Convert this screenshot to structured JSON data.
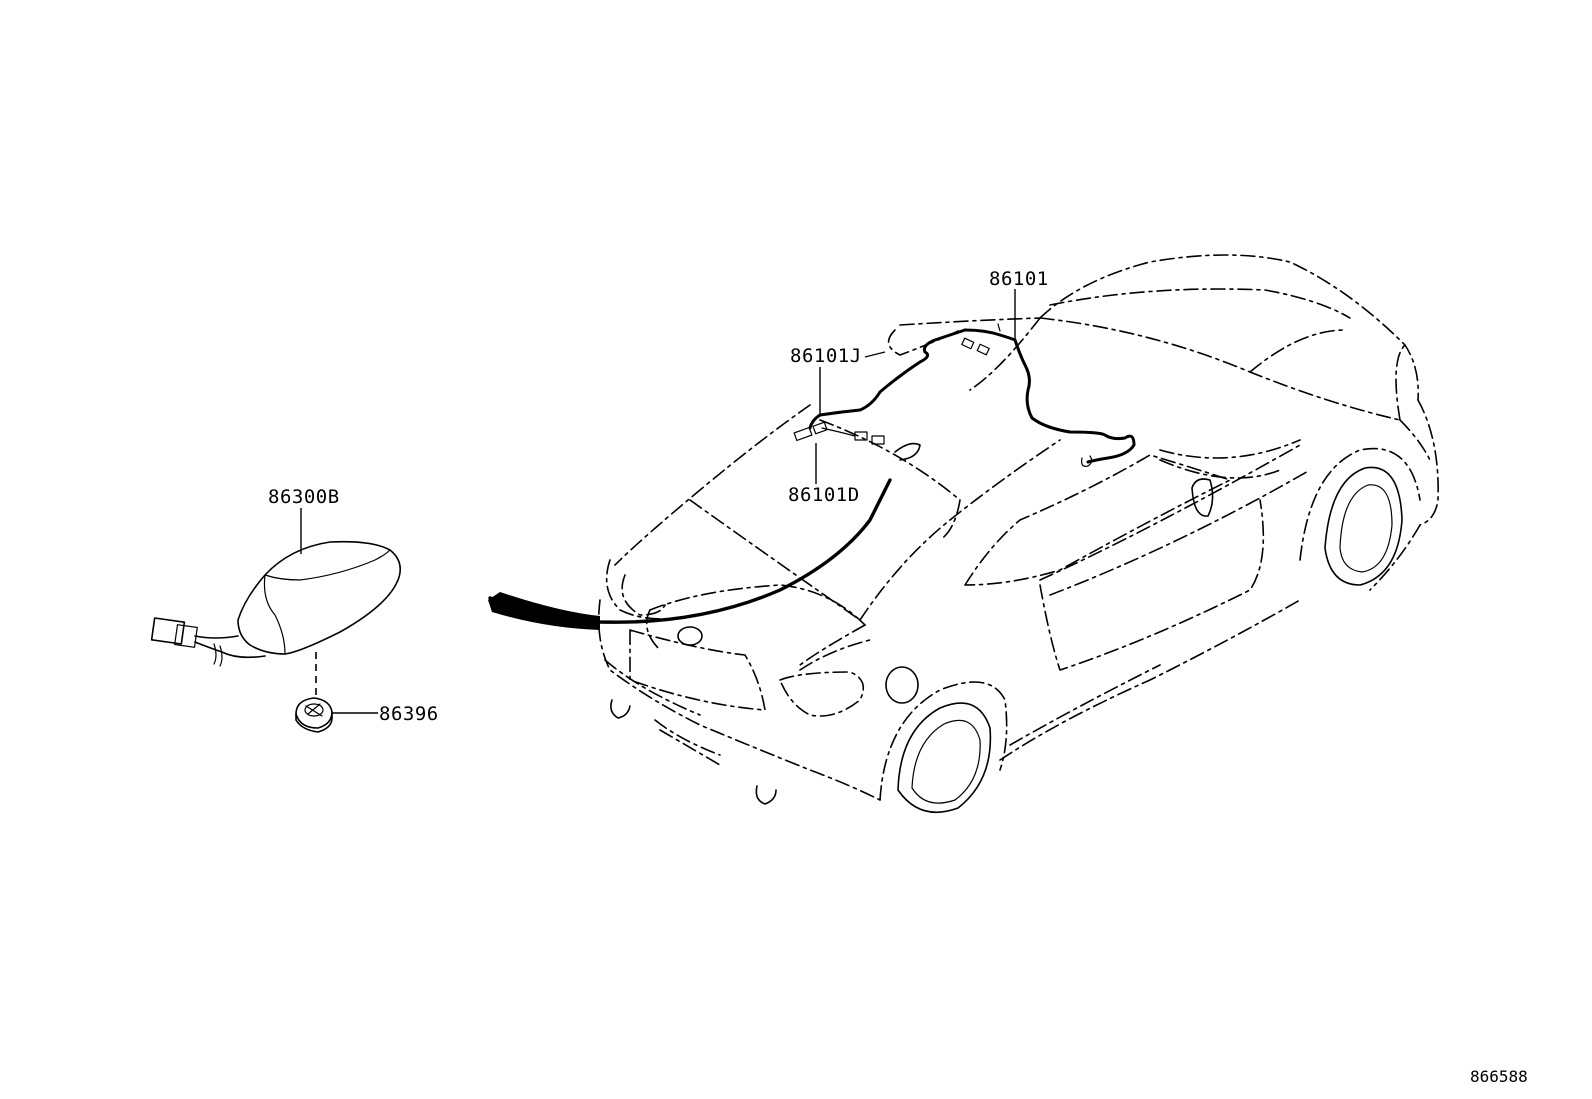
{
  "diagram": {
    "parts": [
      {
        "id": "86101",
        "label": "86101"
      },
      {
        "id": "86101J",
        "label": "86101J"
      },
      {
        "id": "86101D",
        "label": "86101D"
      },
      {
        "id": "86300B",
        "label": "86300B"
      },
      {
        "id": "86396",
        "label": "86396"
      }
    ],
    "reference_number": "866588",
    "icons": [
      "car-outline",
      "antenna-cable",
      "sharkfin-antenna",
      "antenna-nut",
      "location-arrow"
    ]
  }
}
